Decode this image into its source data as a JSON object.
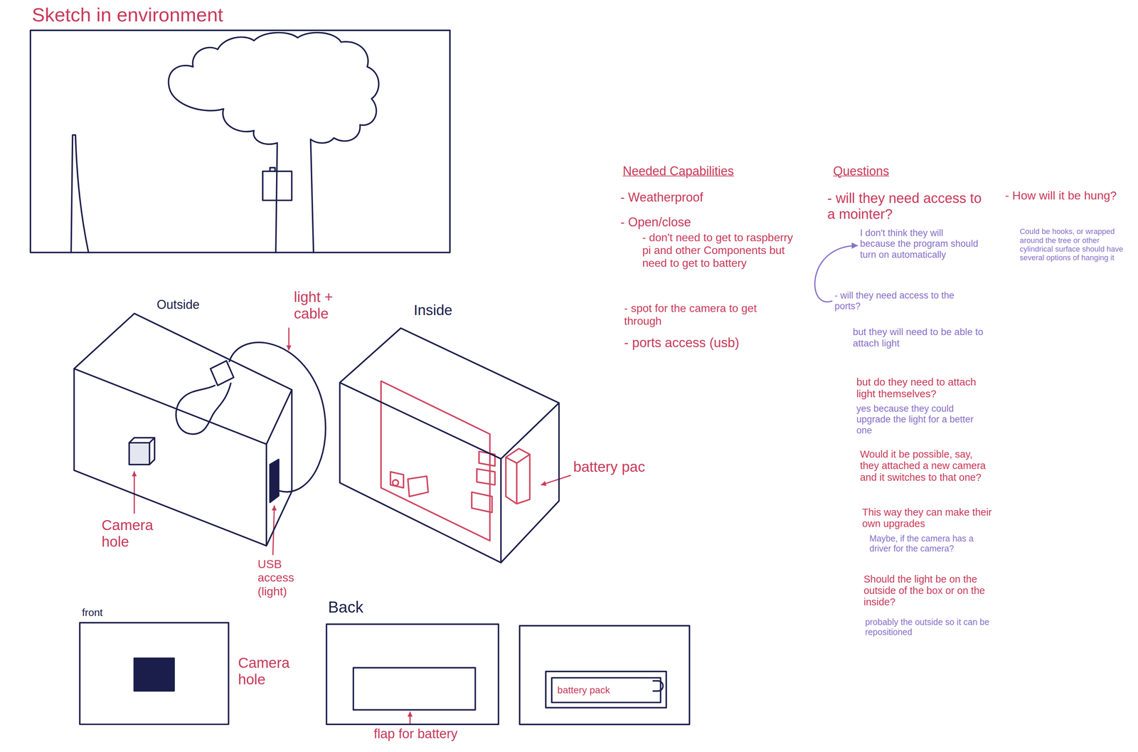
{
  "diagram": {
    "nodes": [
      {
        "text": [
          "Sketch in environment"
        ]
      },
      {
        "text": [
          "Outside"
        ]
      },
      {
        "text": [
          "Inside"
        ]
      },
      {
        "text": [
          "front"
        ]
      },
      {
        "text": [
          "Back"
        ]
      },
      {
        "text": [
          "battery pack"
        ]
      }
    ],
    "labels": [
      "light + cable",
      "Camera hole",
      "USB access (light)",
      "battery pac",
      "Camera hole",
      "flap for battery",
      "Needed Capabilities",
      "- Weatherproof",
      "- Open/close",
      "- don't need to get to raspberry pi and other Components but need to get to battery",
      "- spot for the camera to get through",
      "- ports access (usb)",
      "Questions",
      "- will they need access to a mointer?",
      "I don't think they will because the program should turn on automatically",
      "- will they need access to the ports?",
      "but they will need to be able to attach light",
      "but do they need to attach light themselves?",
      "yes because they could upgrade the light for a better one",
      "Would it be possible, say, they attached a new camera and it switches to that one?",
      "This way they can make their own upgrades",
      "Maybe, if the camera has a driver for the camera?",
      "Should the light be on the outside of the box or on the inside?",
      "probably the outside so it can be repositioned",
      "- How will it be hung?",
      "Could be hooks, or wrapped around the tree or other cylindrical surface should have several options of hanging it"
    ]
  }
}
